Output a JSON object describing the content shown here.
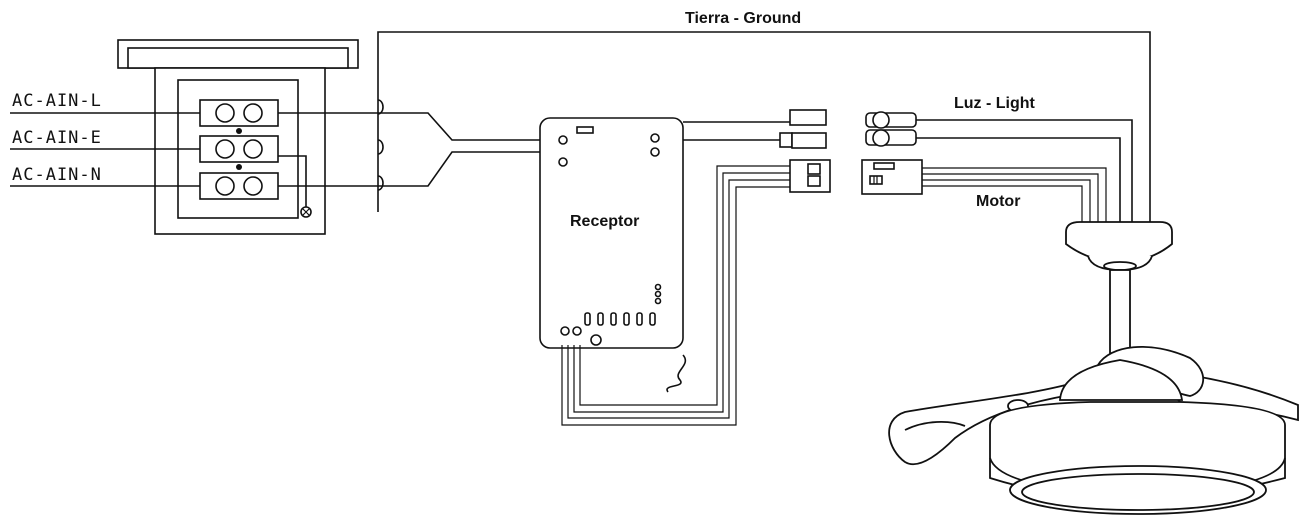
{
  "labels": {
    "ground": "Tierra - Ground",
    "light": "Luz - Light",
    "motor": "Motor",
    "receptor": "Receptor",
    "ac_l": "AC-AIN-L",
    "ac_e": "AC-AIN-E",
    "ac_n": "AC-AIN-N"
  }
}
